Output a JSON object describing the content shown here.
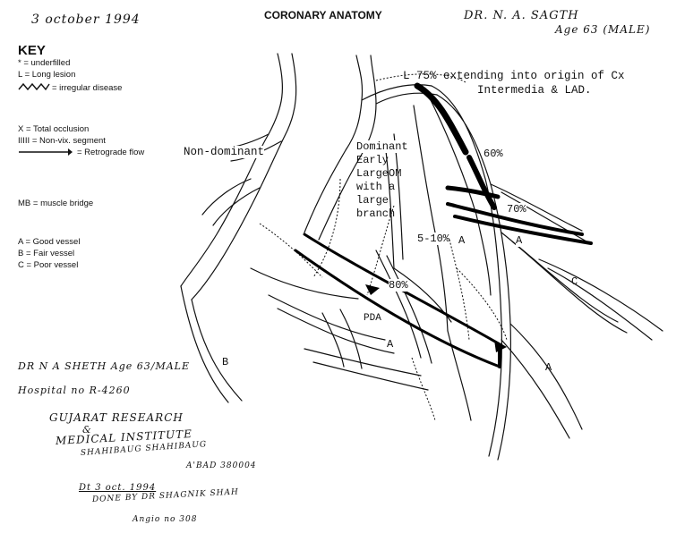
{
  "header": {
    "date": "3 october 1994",
    "title": "CORONARY ANATOMY",
    "patient": "DR. N. A. SAGTH",
    "patient_age": "Age 63 (MALE)"
  },
  "key": {
    "heading": "KEY",
    "items": [
      "* = underfilled",
      "L = Long lesion",
      "= irregular disease",
      "X      =   Total occlusion",
      "IIIII   =   Non-vix. segment",
      "=   Retrograde flow",
      "MB = muscle bridge",
      "A  =  Good vessel",
      "B  =  Fair vessel",
      "C  =  Poor vessel"
    ]
  },
  "annotations": {
    "lesion_note_1": "L 75% extending into origin of Cx",
    "lesion_note_2": "Intermedia & LAD.",
    "non_dominant": "Non-dominant",
    "dominant": [
      "Dominant",
      "Early",
      "LargeOM",
      "with a",
      "large",
      "branch"
    ],
    "pct_60": "60%",
    "pct_70": "70%",
    "pct_5_10": "5-10%",
    "pct_80": "80%",
    "pda": "PDA",
    "label_a1": "A",
    "label_a2": "A",
    "label_a3": "A",
    "label_a4": "A",
    "label_b": "B",
    "label_c": "C"
  },
  "footer": {
    "line1": "DR N A SHETH Age 63/MALE",
    "line2": "Hospital no R-4260",
    "line3": "GUJARAT RESEARCH",
    "line4": "&",
    "line5": "MEDICAL INSTITUTE",
    "line6": "SHAHIBAUG SHAHIBAUG",
    "line7": "A'BAD 380004",
    "line8": "Dt 3 oct. 1994",
    "line9": "DONE BY DR SHAGNIK SHAH",
    "line10": "Angio no 308"
  }
}
